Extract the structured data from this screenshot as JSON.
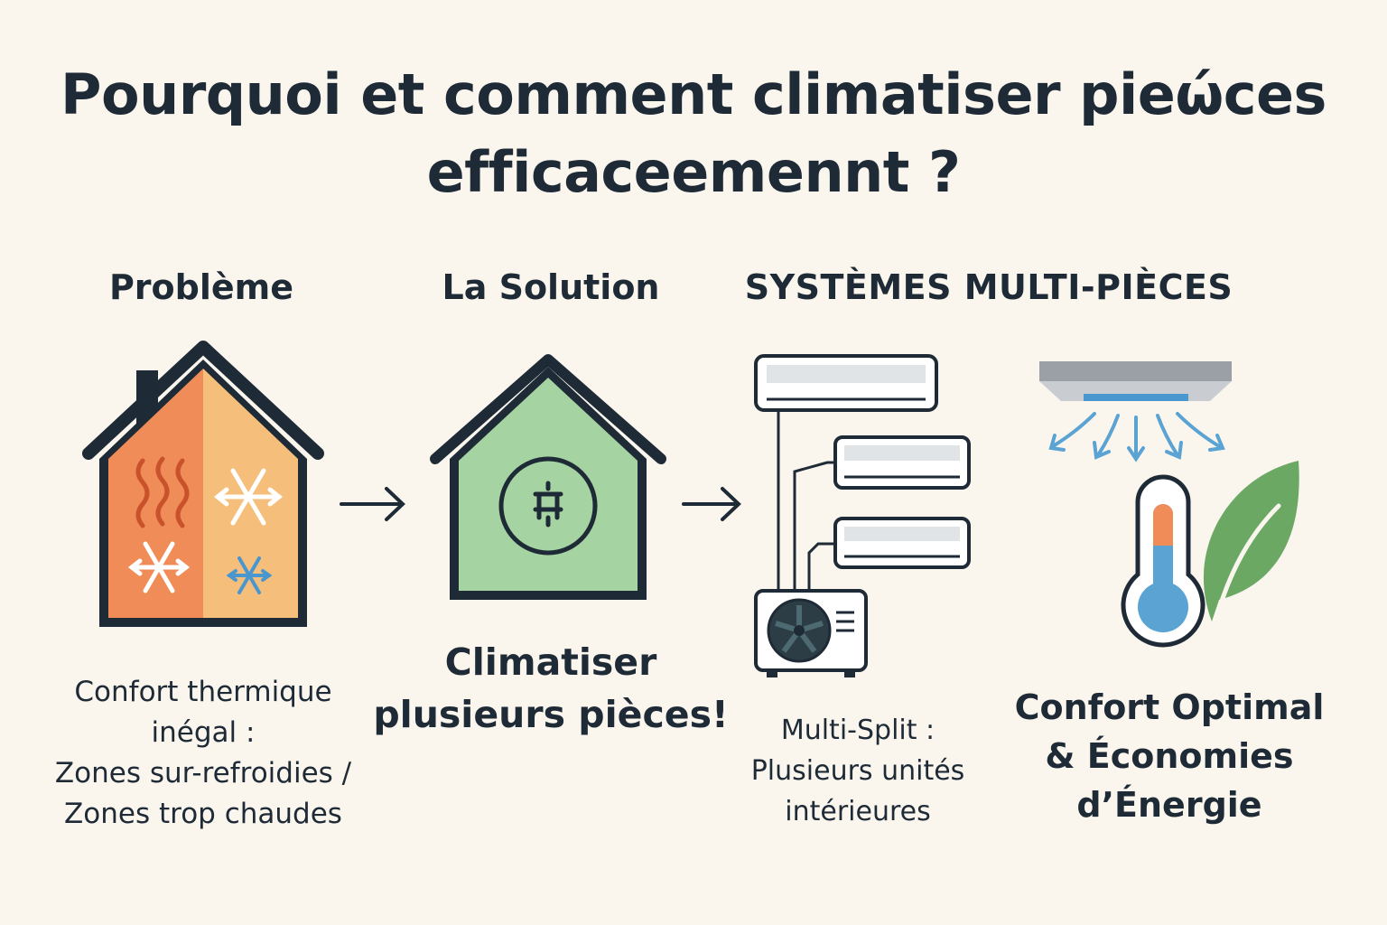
{
  "title": {
    "line1": "Pourquoi et comment climatiser pieώces",
    "line2": "efficaceemennt ?"
  },
  "steps": [
    {
      "heading": "Problème",
      "caption": [
        "Confort thermique",
        "inégal :",
        "Zones sur-refroidies /",
        "Zones trop chaudes"
      ]
    },
    {
      "heading": "La Solution",
      "caption": [
        "Climatiser",
        "plusieurs pièces!"
      ]
    },
    {
      "heading": "SYSTÈMES MULTI-PIÈCES",
      "caption": [
        "Multi-Split :",
        "Plusieurs unités",
        "intérieures"
      ]
    },
    {
      "heading": "",
      "caption": [
        "Confort Optimal",
        "& Économies",
        "d’Énergie"
      ]
    }
  ],
  "colors": {
    "background": "#faf6ee",
    "outline": "#1e2a36",
    "warm": "#ef8c57",
    "mild": "#f5be7a",
    "green": "#a6d3a2",
    "leaf": "#6aa863",
    "cool": "#5aa3d3",
    "cold_blue": "#4a96cf",
    "grey": "#9aa0a6"
  },
  "icons": [
    "house-split-icon",
    "heat-waves-icon",
    "snowflake-icon",
    "arrow-right-icon",
    "house-plug-icon",
    "wall-ac-unit-icon",
    "outdoor-unit-icon",
    "ceiling-vent-icon",
    "thermometer-icon",
    "leaf-icon"
  ]
}
